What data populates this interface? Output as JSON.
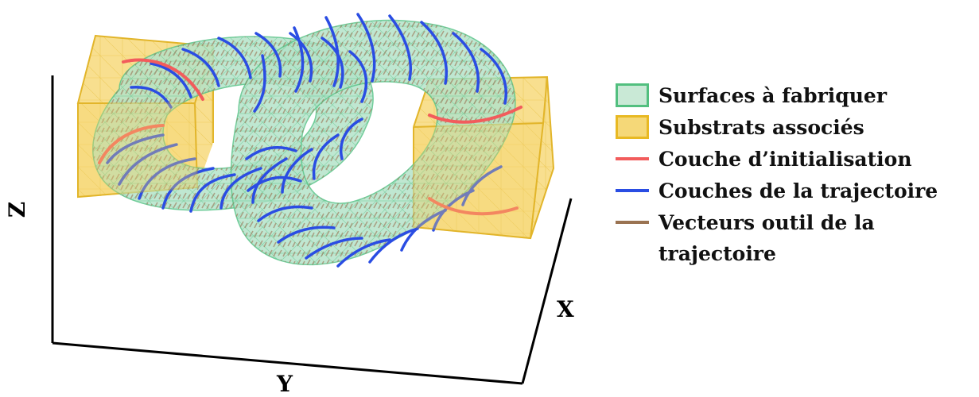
{
  "axes": {
    "x_label": "X",
    "y_label": "Y",
    "z_label": "Z"
  },
  "legend": {
    "items": [
      {
        "label": "Surfaces à fabriquer",
        "kind": "box",
        "fill": "#c9e9d6",
        "stroke": "#52bf7f"
      },
      {
        "label": "Substrats associés",
        "kind": "box",
        "fill": "#f5d878",
        "stroke": "#e8b923"
      },
      {
        "label": "Couche d’initialisation",
        "kind": "line",
        "color": "#f25c5c"
      },
      {
        "label": "Couches de la trajectoire",
        "kind": "line",
        "color": "#2a4de3"
      },
      {
        "label": "Vecteurs outil de la",
        "continuation": "trajectoire",
        "kind": "line",
        "color": "#9a7352"
      }
    ]
  },
  "colors": {
    "surface_fill": "#b4e3c9",
    "surface_mesh": "#5ac58a",
    "substrate_fill": "#f6d46a",
    "substrate_edge": "#e2b52a",
    "init_layer": "#f25c5c",
    "traj_layer": "#2a4de3",
    "tool_vector": "#9a7352",
    "axis": "#000000"
  }
}
